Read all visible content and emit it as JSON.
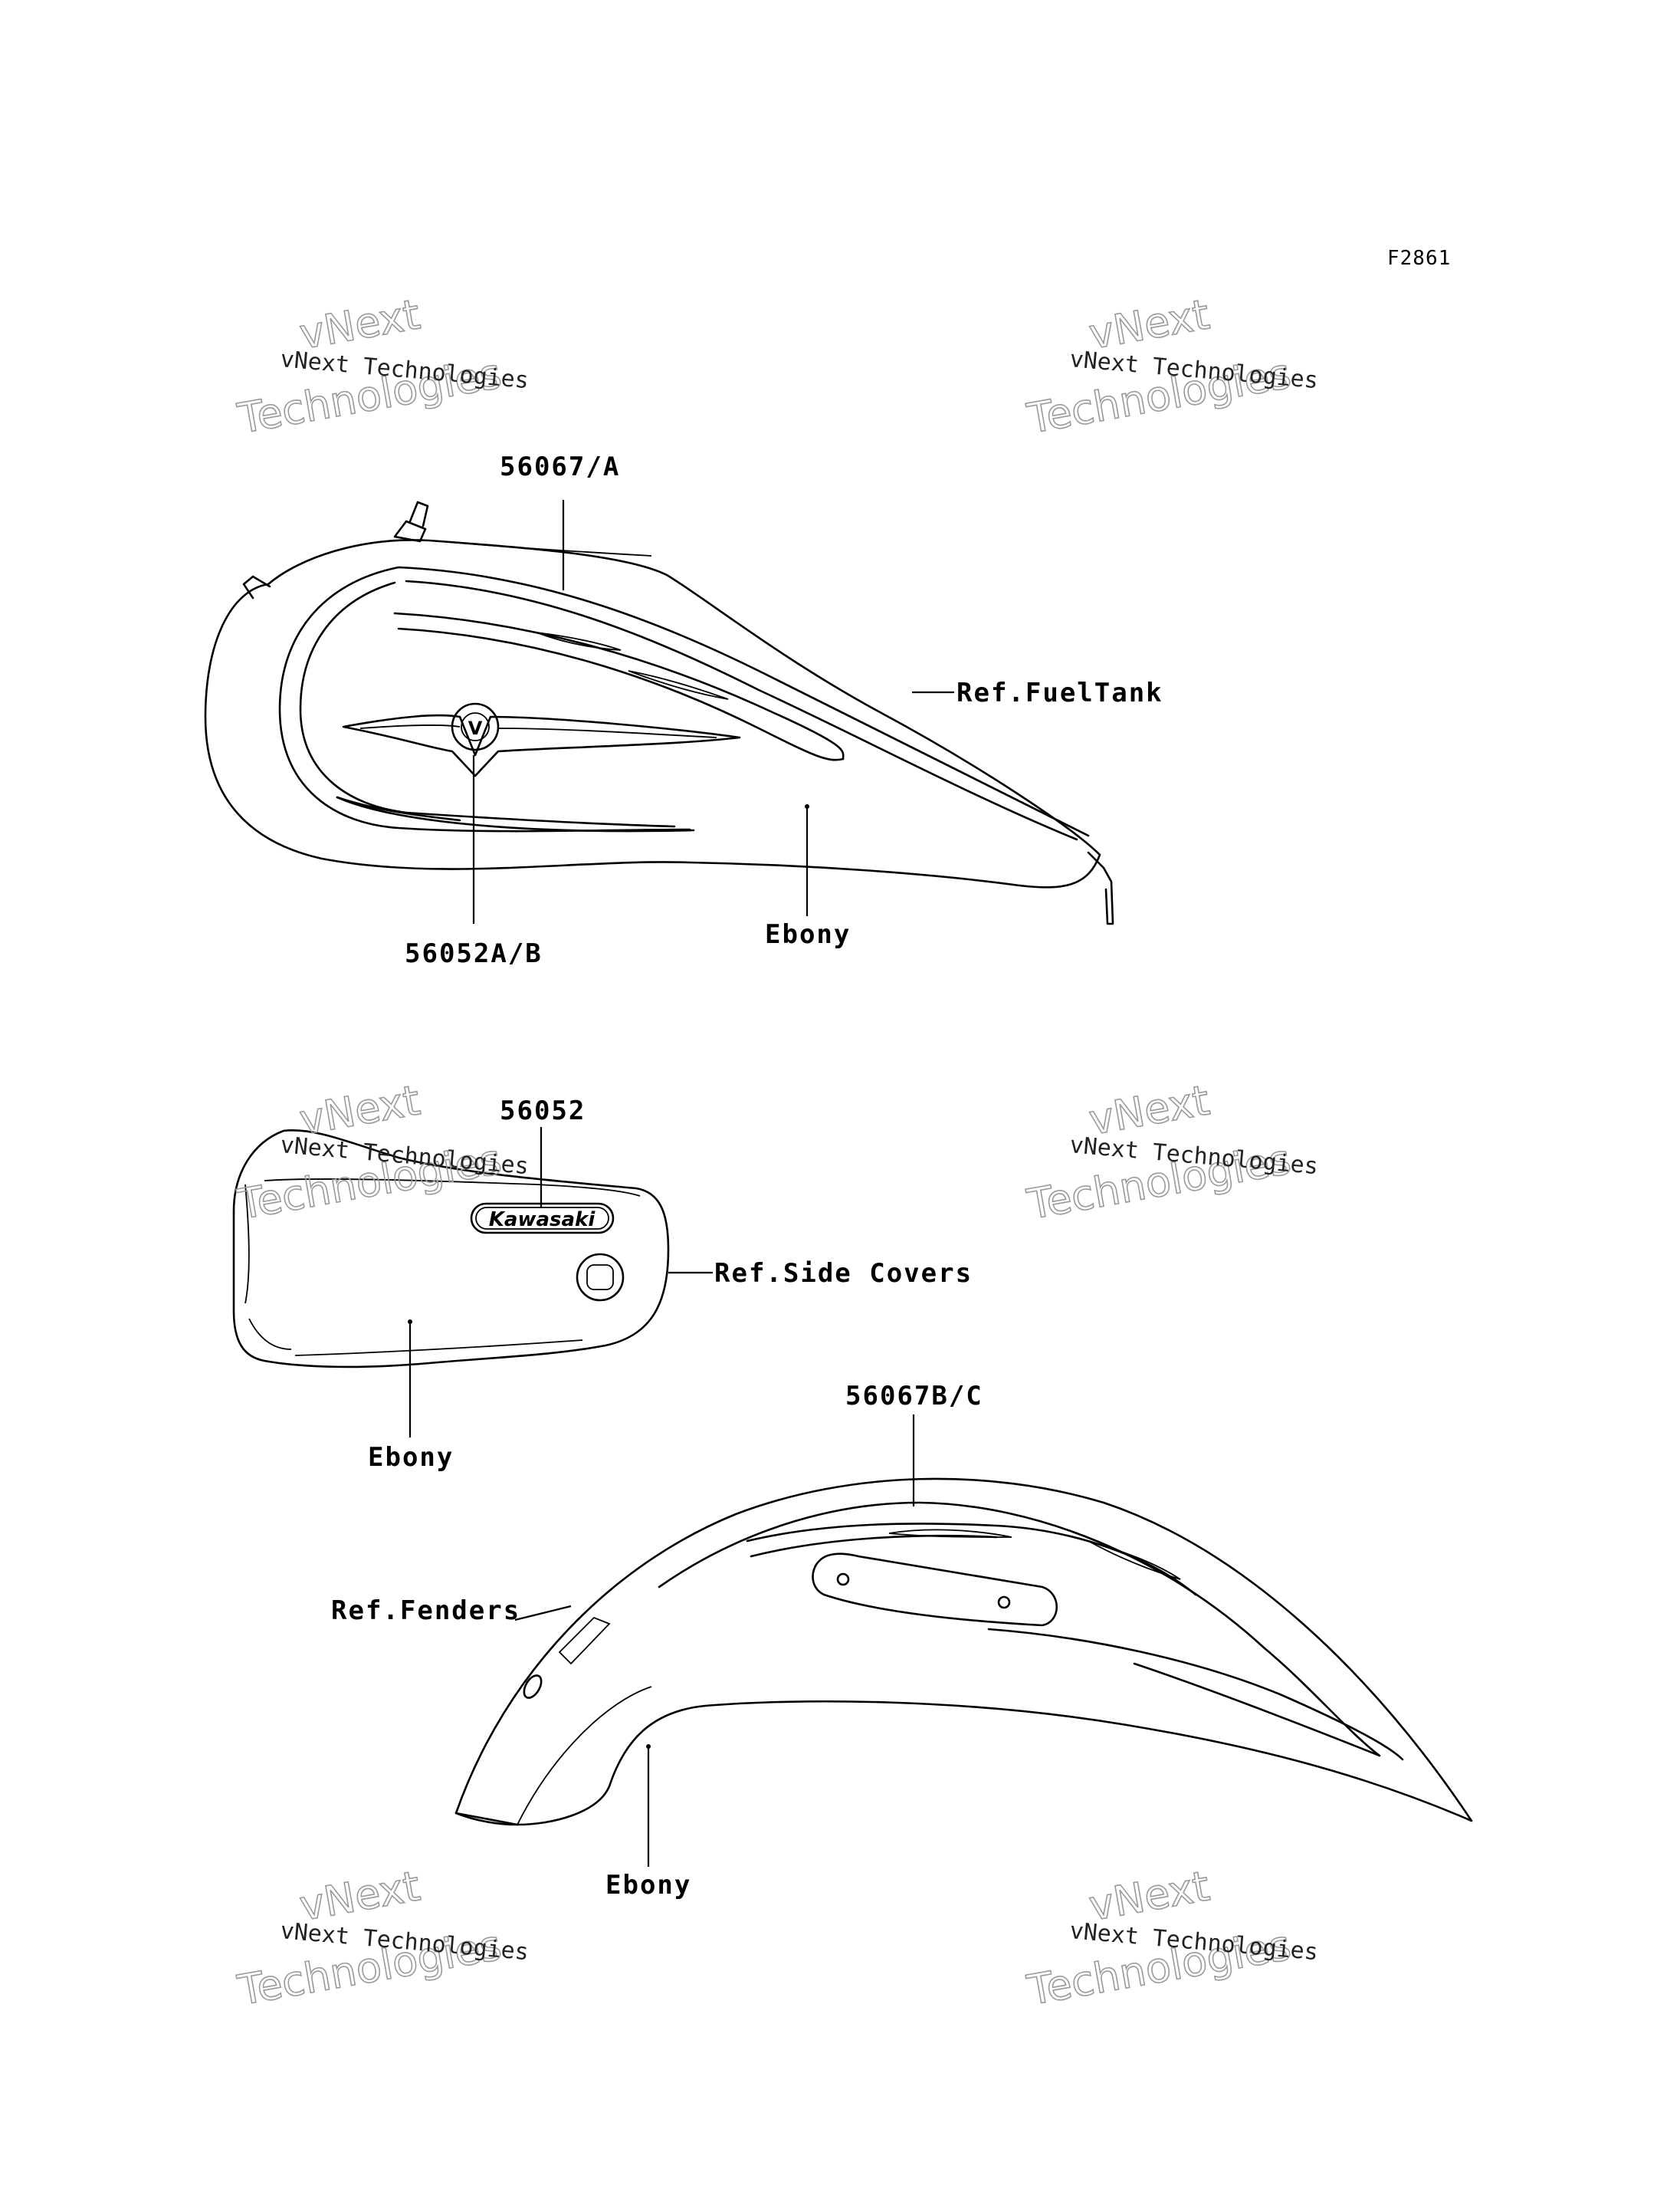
{
  "figure_id": "F2861",
  "watermark": {
    "line1": "vNext Technologies",
    "line2_a": "vNext",
    "line2_b": "Technologies"
  },
  "labels": {
    "tank_stripe": "56067/A",
    "tank_emblem": "56052A/B",
    "tank_ref": "Ref.FuelTank",
    "tank_color": "Ebony",
    "cover_emblem": "56052",
    "cover_ref": "Ref.Side Covers",
    "cover_color": "Ebony",
    "fender_stripe": "56067B/C",
    "fender_ref": "Ref.Fenders",
    "fender_color": "Ebony"
  },
  "emblems": {
    "badge_letter": "V",
    "logo_text": "Kawasaki"
  }
}
